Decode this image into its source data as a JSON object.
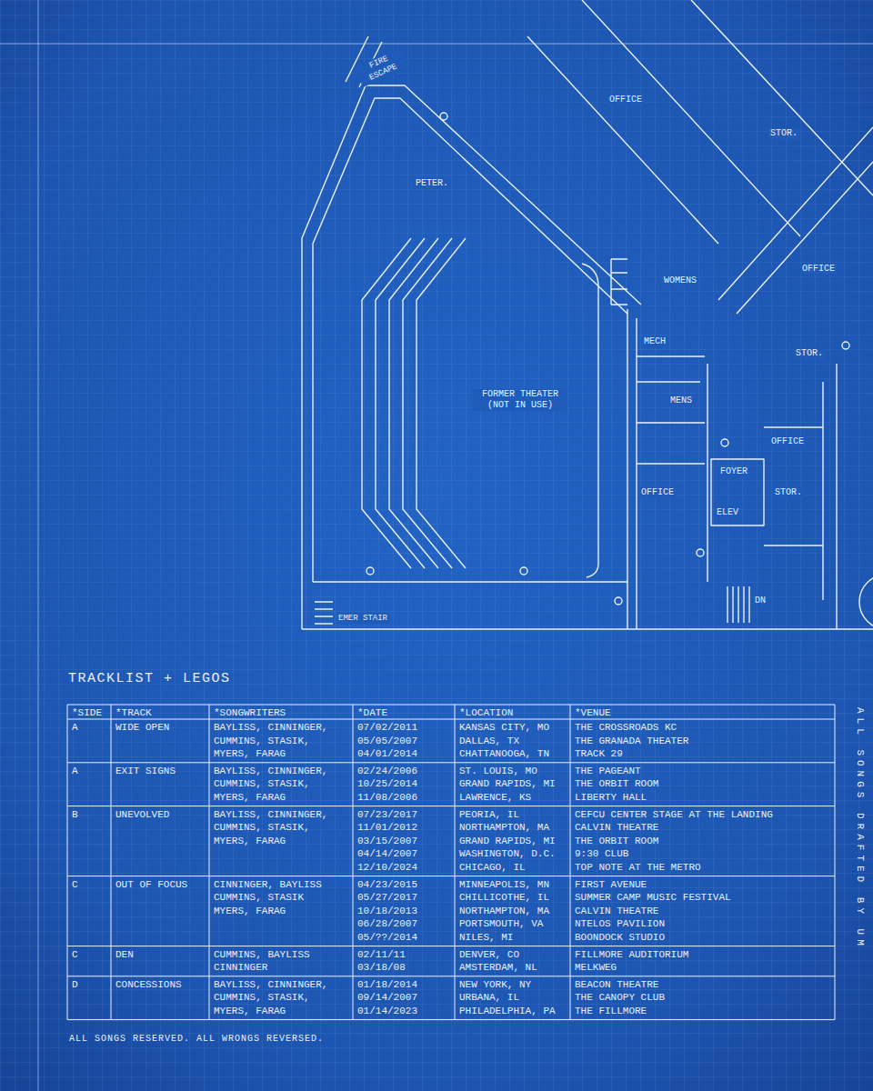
{
  "diagram": {
    "title": "TRACKLIST + LEGOS",
    "labels": [
      "FIRE ESCAPE",
      "OFFICE",
      "STOR.",
      "PETER.",
      "OFFICE",
      "WOMENS",
      "STOR.",
      "MECH",
      "MENS",
      "FORMER THEATER (NOT IN USE)",
      "OFFICE",
      "FOYER",
      "OFFICE",
      "STOR.",
      "ELEV",
      "DN",
      "EMER STAIR",
      "*SIDE",
      "*TRACK",
      "*SONGWRITERS",
      "*DATE",
      "*LOCATION",
      "*VENUE",
      "A",
      "WIDE OPEN",
      "BAYLISS, CINNINGER, CUMMINS, STASIK, MYERS, FARAG",
      "07/02/2011",
      "KANSAS CITY, MO",
      "THE CROSSROADS KC",
      "05/05/2007",
      "DALLAS, TX",
      "THE GRANADA THEATER",
      "04/01/2014",
      "CHATTANOOGA, TN",
      "TRACK 29",
      "A",
      "EXIT SIGNS",
      "BAYLISS, CINNINGER, CUMMINS, STASIK, MYERS, FARAG",
      "02/24/2006",
      "ST. LOUIS, MO",
      "THE PAGEANT",
      "10/25/2014",
      "GRAND RAPIDS, MI",
      "THE ORBIT ROOM",
      "11/08/2006",
      "LAWRENCE, KS",
      "LIBERTY HALL",
      "B",
      "UNEVOLVED",
      "BAYLISS, CINNINGER, CUMMINS, STASIK, MYERS, FARAG",
      "07/23/2017",
      "PEORIA, IL",
      "CEFCU CENTER STAGE AT THE LANDING",
      "11/01/2012",
      "NORTHAMPTON, MA",
      "CALVIN THEATRE",
      "03/15/2007",
      "GRAND RAPIDS, MI",
      "THE ORBIT ROOM",
      "04/14/2007",
      "WASHINGTON, D.C.",
      "9:30 CLUB",
      "12/10/2024",
      "CHICAGO, IL",
      "TOP NOTE AT THE METRO",
      "C",
      "OUT OF FOCUS",
      "CINNINGER, BAYLISS CUMMINS, STASIK MYERS, FARAG",
      "04/23/2015",
      "MINNEAPOLIS, MN",
      "FIRST AVENUE",
      "05/27/2017",
      "CHILLICOTHE, IL",
      "SUMMER CAMP MUSIC FESTIVAL",
      "10/18/2013",
      "NORTHAMPTON, MA",
      "CALVIN THEATRE",
      "06/28/2007",
      "PORTSMOUTH, VA",
      "NTELOS PAVILION",
      "05/??/2014",
      "NILES, MI",
      "BOONDOCK STUDIO",
      "C",
      "DEN",
      "CUMMINS, BAYLISS CINNINGER",
      "02/11/11",
      "DENVER, CO",
      "FILLMORE AUDITORIUM",
      "03/18/08",
      "AMSTERDAM, NL",
      "MELKWEG",
      "D",
      "CONCESSIONS",
      "BAYLISS, CINNINGER, CUMMINS, STASIK, MYERS, FARAG",
      "01/18/2014",
      "NEW YORK, NY",
      "BEACON THEATRE",
      "09/14/2007",
      "URBANA, IL",
      "THE CANOPY CLUB",
      "01/14/2023",
      "PHILADELPHIA, PA",
      "THE FILLMORE",
      "ALL SONGS RESERVED. ALL WRONGS REVERSED.",
      "ALL SONGS DRAFTED BY UM"
    ]
  }
}
